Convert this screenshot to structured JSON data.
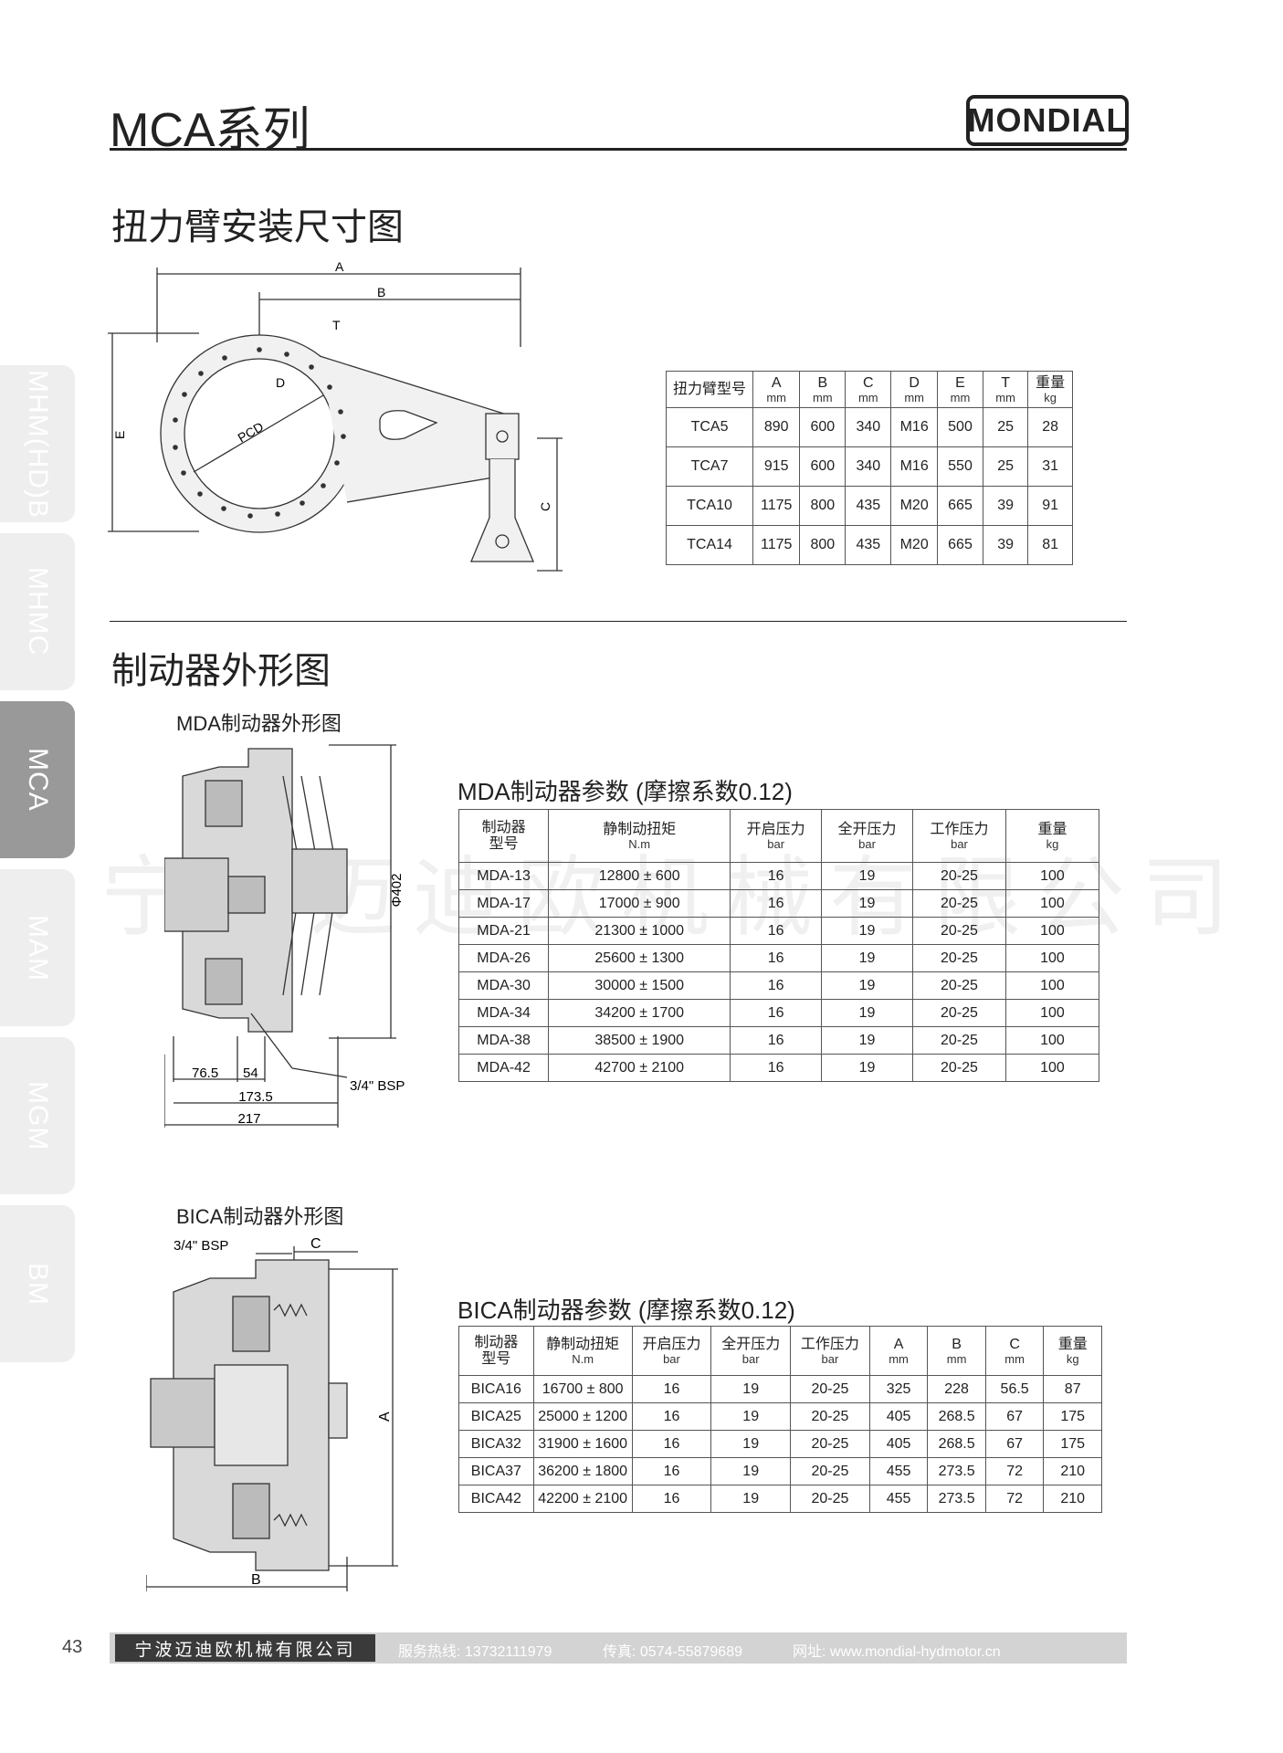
{
  "header": {
    "title": "MCA系列",
    "brand": "MONDIAL"
  },
  "side_tabs": [
    {
      "label": "MHM(HD)B",
      "active": false
    },
    {
      "label": "MHMC",
      "active": false
    },
    {
      "label": "MCA",
      "active": true
    },
    {
      "label": "MAM",
      "active": false
    },
    {
      "label": "MGM",
      "active": false
    },
    {
      "label": "BM",
      "active": false
    }
  ],
  "section1": {
    "title": "扭力臂安装尺寸图",
    "drawing_labels": {
      "a": "A",
      "b": "B",
      "t": "T",
      "d": "D",
      "pcd": "PCD",
      "e": "E",
      "c": "C"
    },
    "table": {
      "headers": [
        {
          "main": "扭力臂型号",
          "unit": ""
        },
        {
          "main": "A",
          "unit": "mm"
        },
        {
          "main": "B",
          "unit": "mm"
        },
        {
          "main": "C",
          "unit": "mm"
        },
        {
          "main": "D",
          "unit": "mm"
        },
        {
          "main": "E",
          "unit": "mm"
        },
        {
          "main": "T",
          "unit": "mm"
        },
        {
          "main": "重量",
          "unit": "kg"
        }
      ],
      "rows": [
        [
          "TCA5",
          "890",
          "600",
          "340",
          "M16",
          "500",
          "25",
          "28"
        ],
        [
          "TCA7",
          "915",
          "600",
          "340",
          "M16",
          "550",
          "25",
          "31"
        ],
        [
          "TCA10",
          "1175",
          "800",
          "435",
          "M20",
          "665",
          "39",
          "91"
        ],
        [
          "TCA14",
          "1175",
          "800",
          "435",
          "M20",
          "665",
          "39",
          "81"
        ]
      ]
    }
  },
  "section2": {
    "title": "制动器外形图",
    "mda": {
      "drawing_title": "MDA制动器外形图",
      "dims": {
        "d1": "76.5",
        "d2": "54",
        "d3": "173.5",
        "d4": "217",
        "bsp": "3/4\" BSP",
        "phi": "Φ402"
      },
      "table_title": "MDA制动器参数 (摩擦系数0.12)",
      "headers": [
        {
          "main": "制动器",
          "unit": "型号"
        },
        {
          "main": "静制动扭矩",
          "unit": "N.m"
        },
        {
          "main": "开启压力",
          "unit": "bar"
        },
        {
          "main": "全开压力",
          "unit": "bar"
        },
        {
          "main": "工作压力",
          "unit": "bar"
        },
        {
          "main": "重量",
          "unit": "kg"
        }
      ],
      "rows": [
        [
          "MDA-13",
          "12800 ± 600",
          "16",
          "19",
          "20-25",
          "100"
        ],
        [
          "MDA-17",
          "17000 ± 900",
          "16",
          "19",
          "20-25",
          "100"
        ],
        [
          "MDA-21",
          "21300 ± 1000",
          "16",
          "19",
          "20-25",
          "100"
        ],
        [
          "MDA-26",
          "25600 ± 1300",
          "16",
          "19",
          "20-25",
          "100"
        ],
        [
          "MDA-30",
          "30000 ± 1500",
          "16",
          "19",
          "20-25",
          "100"
        ],
        [
          "MDA-34",
          "34200 ± 1700",
          "16",
          "19",
          "20-25",
          "100"
        ],
        [
          "MDA-38",
          "38500 ± 1900",
          "16",
          "19",
          "20-25",
          "100"
        ],
        [
          "MDA-42",
          "42700 ± 2100",
          "16",
          "19",
          "20-25",
          "100"
        ]
      ]
    },
    "bica": {
      "drawing_title": "BICA制动器外形图",
      "dims": {
        "bsp": "3/4\" BSP",
        "c": "C",
        "a": "A",
        "b": "B"
      },
      "table_title": "BICA制动器参数 (摩擦系数0.12)",
      "headers": [
        {
          "main": "制动器",
          "unit": "型号"
        },
        {
          "main": "静制动扭矩",
          "unit": "N.m"
        },
        {
          "main": "开启压力",
          "unit": "bar"
        },
        {
          "main": "全开压力",
          "unit": "bar"
        },
        {
          "main": "工作压力",
          "unit": "bar"
        },
        {
          "main": "A",
          "unit": "mm"
        },
        {
          "main": "B",
          "unit": "mm"
        },
        {
          "main": "C",
          "unit": "mm"
        },
        {
          "main": "重量",
          "unit": "kg"
        }
      ],
      "rows": [
        [
          "BICA16",
          "16700 ± 800",
          "16",
          "19",
          "20-25",
          "325",
          "228",
          "56.5",
          "87"
        ],
        [
          "BICA25",
          "25000 ± 1200",
          "16",
          "19",
          "20-25",
          "405",
          "268.5",
          "67",
          "175"
        ],
        [
          "BICA32",
          "31900 ± 1600",
          "16",
          "19",
          "20-25",
          "405",
          "268.5",
          "67",
          "175"
        ],
        [
          "BICA37",
          "36200 ± 1800",
          "16",
          "19",
          "20-25",
          "455",
          "273.5",
          "72",
          "210"
        ],
        [
          "BICA42",
          "42200 ± 2100",
          "16",
          "19",
          "20-25",
          "455",
          "273.5",
          "72",
          "210"
        ]
      ]
    }
  },
  "watermark": "宁波迈迪欧机械有限公司",
  "footer": {
    "page": "43",
    "company": "宁波迈迪欧机械有限公司",
    "hotline": "服务热线: 13732111979",
    "fax": "传真: 0574-55879689",
    "web": "网址: www.mondial-hydmotor.cn"
  }
}
